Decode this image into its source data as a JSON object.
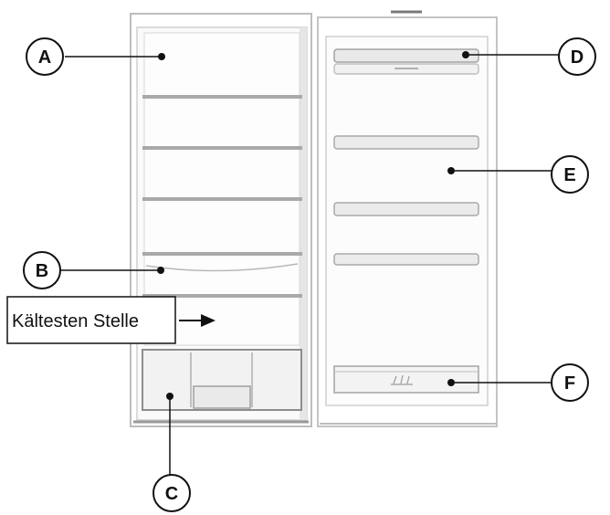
{
  "callouts": {
    "a": "A",
    "b": "B",
    "c": "C",
    "d": "D",
    "e": "E",
    "f": "F"
  },
  "note": {
    "text": "Kältesten Stelle"
  },
  "colors": {
    "outline": "#bdbdbd",
    "shelf": "#a9a9a9",
    "interior": "#fafafa",
    "ink": "#111111"
  }
}
